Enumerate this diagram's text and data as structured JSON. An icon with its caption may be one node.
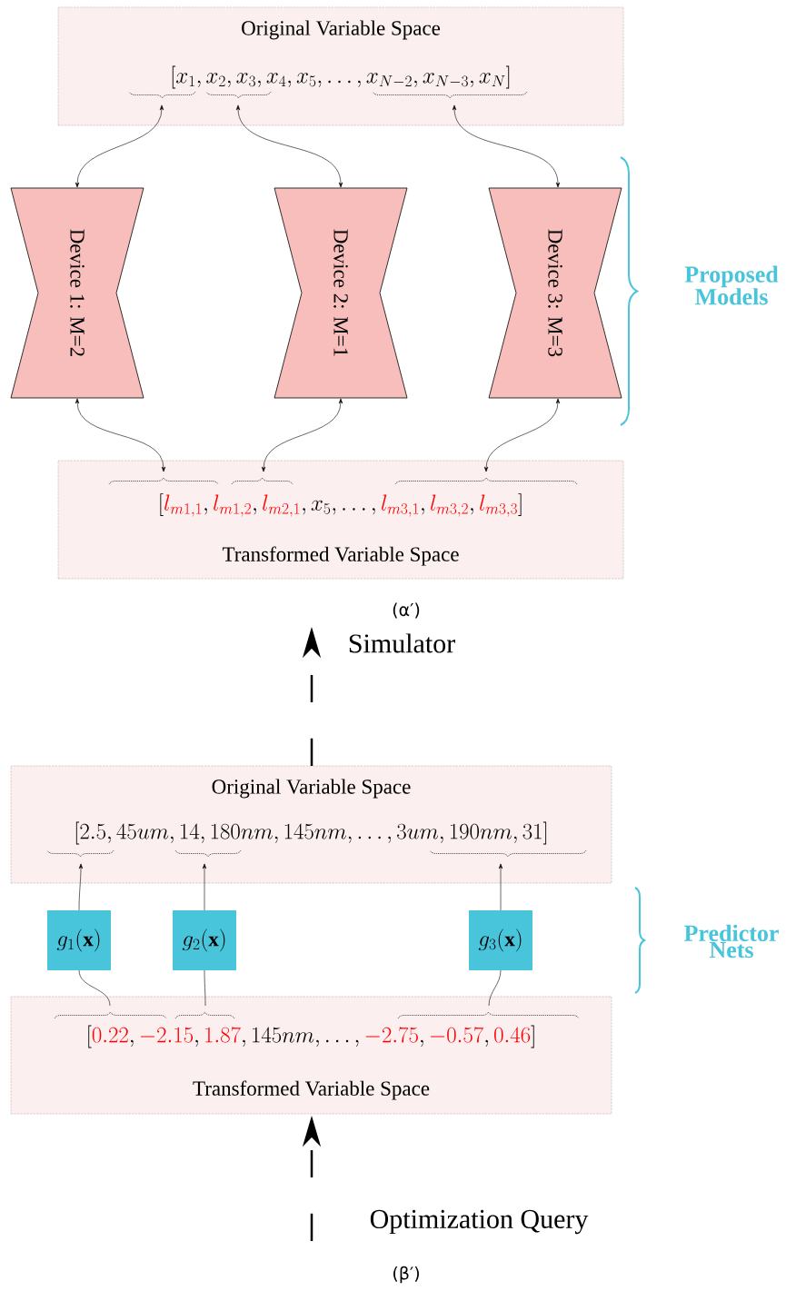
{
  "diagram": {
    "nodes": [
      {
        "text": [
          "Original Variable Space",
          "[x_1, x_2, x_3, x_4, x_5, \\ldots, x_{N-2}, x_{N-3}, x_N]"
        ]
      },
      {
        "text": [
          "Device 1: M=2"
        ]
      },
      {
        "text": [
          "Device 2: M=1"
        ]
      },
      {
        "text": [
          "Device 3: M=3"
        ]
      },
      {
        "text": [
          "[{\\color{red}l_{m1,1}}, {\\color{red}l_{m1,2}}, {\\color{red}l_{m2,1}}, x_5, \\ldots, {\\color{red}l_{m3,1}}, {\\color{red}l_{m3,2}}, {\\color{red}l_{m3,3}}]",
          "Transformed Variable Space"
        ]
      },
      {
        "text": [
          "Original Variable Space",
          "[2.5, 45um, 14, 180nm, 145nm, \\ldots, 3um, 190nm, 31]"
        ]
      },
      {
        "text": [
          "g_1(\\mathbf{x})"
        ]
      },
      {
        "text": [
          "g_2(\\mathbf{x})"
        ]
      },
      {
        "text": [
          "g_3(\\mathbf{x})"
        ]
      },
      {
        "text": [
          "[{\\color{red}0.22}, {\\color{red}-2.15}, {\\color{red}1.87}, 145nm, \\ldots, {\\color{red}-2.75}, {\\color{red}-0.57}, {\\color{red}0.46}]",
          "Transformed Variable Space"
        ]
      }
    ],
    "edges": [
      {
        "from": 0,
        "to": 1,
        "arrow": "both"
      },
      {
        "from": 0,
        "to": 2,
        "arrow": "both"
      },
      {
        "from": 0,
        "to": 3,
        "arrow": "both"
      },
      {
        "from": 1,
        "to": 4,
        "arrow": "both"
      },
      {
        "from": 2,
        "to": 4,
        "arrow": "both"
      },
      {
        "from": 3,
        "to": 4,
        "arrow": "both"
      },
      {
        "from": 6,
        "to": 5,
        "arrow": "to"
      },
      {
        "from": 7,
        "to": 5,
        "arrow": "to"
      },
      {
        "from": 8,
        "to": 5,
        "arrow": "to"
      },
      {
        "from": 9,
        "to": 6,
        "arrow": "none"
      },
      {
        "from": 9,
        "to": 7,
        "arrow": "none"
      },
      {
        "from": 9,
        "to": 8,
        "arrow": "none"
      },
      {
        "from": 5,
        "to": null,
        "arrow": "to",
        "style": "dashed",
        "label": "Simulator"
      },
      {
        "from": null,
        "to": 9,
        "arrow": "to",
        "style": "dashed",
        "label": "Optimization Query"
      }
    ],
    "labels": [
      "Proposed Models",
      "(α′)",
      "Predictor Nets",
      "(β′)"
    ]
  }
}
